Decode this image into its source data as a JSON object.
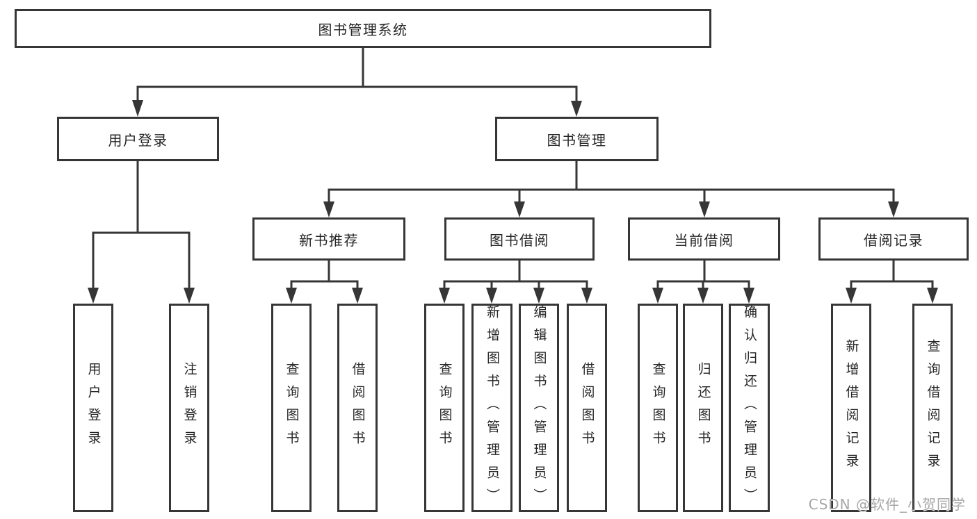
{
  "diagram_title": "图书管理系统",
  "tree": {
    "root": {
      "label": "图书管理系统"
    },
    "branches": [
      {
        "label": "用户登录",
        "children": [
          {
            "label": "用户登录"
          },
          {
            "label": "注销登录"
          }
        ]
      },
      {
        "label": "图书管理",
        "children": [
          {
            "label": "新书推荐",
            "children": [
              {
                "label": "查询图书"
              },
              {
                "label": "借阅图书"
              }
            ]
          },
          {
            "label": "图书借阅",
            "children": [
              {
                "label": "查询图书"
              },
              {
                "label": "新增图书（管理员）"
              },
              {
                "label": "编辑图书（管理员）"
              },
              {
                "label": "借阅图书"
              }
            ]
          },
          {
            "label": "当前借阅",
            "children": [
              {
                "label": "查询图书"
              },
              {
                "label": "归还图书"
              },
              {
                "label": "确认归还（管理员）"
              }
            ]
          },
          {
            "label": "借阅记录",
            "children": [
              {
                "label": "新增借阅记录"
              },
              {
                "label": "查询借阅记录"
              }
            ]
          }
        ]
      }
    ]
  },
  "watermark": {
    "text": "CSDN @软件_小贺同学"
  },
  "colors": {
    "line": "#363636",
    "box_border": "#363636",
    "text": "#262626",
    "background": "#ffffff",
    "watermark": "#a6a6a6"
  }
}
